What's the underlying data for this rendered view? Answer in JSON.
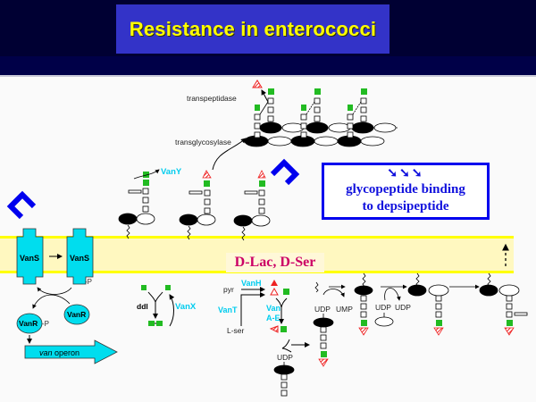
{
  "header": {
    "title": "Resistance in enterococci"
  },
  "colors": {
    "header_background": "#000033",
    "title_box": "#3333c8",
    "title_text": "#ffff00",
    "membrane_fill": "#fff8c0",
    "membrane_edge": "#ffff00",
    "protein_cyan": "#00ddee",
    "d_ala_green": "#22bb22",
    "d_lac_red": "#ee2222",
    "vancomycin_blue": "#0000ee",
    "enzyme_label_cyan": "#00ccee"
  },
  "labels": {
    "transpeptidase": "transpeptidase",
    "transglycosylase": "transglycosylase",
    "vany": "VanY",
    "vanx": "VanX",
    "ddl": "ddl",
    "vanh": "VanH",
    "vant": "VanT",
    "van_ae_line1": "Van",
    "van_ae_line2": "A-E",
    "pyr": "pyr",
    "lser": "L-ser",
    "udp1": "UDP",
    "udp_ump_udp": "UDP",
    "ump": "UMP",
    "udp_a": "UDP",
    "udp_b": "UDP",
    "udp_bottom": "UDP",
    "vans_1": "VanS",
    "vans_2": "VanS",
    "vans_p": "-P",
    "vanr": "VanR",
    "vanr_p": "VanR",
    "vanr_p_suffix": "-P",
    "operon_italic": "van",
    "operon_rest": " operon",
    "dlac_dser": "D-Lac, D-Ser"
  },
  "callout": {
    "arrows": "➘➘➘",
    "line1": "glycopeptide binding",
    "line2": "to depsipeptide"
  }
}
